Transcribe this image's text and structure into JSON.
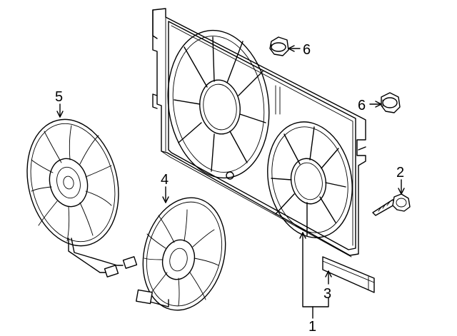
{
  "callouts": [
    {
      "id": "1",
      "text": "1"
    },
    {
      "id": "2",
      "text": "2"
    },
    {
      "id": "3",
      "text": "3"
    },
    {
      "id": "4",
      "text": "4"
    },
    {
      "id": "5",
      "text": "5"
    },
    {
      "id": "6a",
      "text": "6"
    },
    {
      "id": "6b",
      "text": "6"
    }
  ],
  "parts": [
    {
      "ref": "1",
      "name": "fan-shroud-icon"
    },
    {
      "ref": "2",
      "name": "screw-icon"
    },
    {
      "ref": "3",
      "name": "seal-strip-icon"
    },
    {
      "ref": "4",
      "name": "small-fan-assembly-icon"
    },
    {
      "ref": "5",
      "name": "large-fan-assembly-icon"
    },
    {
      "ref": "6",
      "name": "nut-icon"
    }
  ]
}
